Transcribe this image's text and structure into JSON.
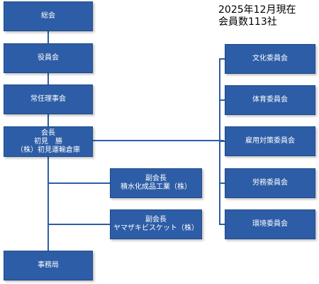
{
  "info": {
    "as_of": "2025年12月現在",
    "members": "会員数113社"
  },
  "boxes": {
    "general_assembly": "総会",
    "board": "役員会",
    "standing_board": "常任理事会",
    "chairman": {
      "title": "会長",
      "name": "初見　勝",
      "company": "（株）初見運輸倉庫"
    },
    "vice_chair_1": {
      "title": "副会長",
      "company": "積水化成品工業（株）"
    },
    "vice_chair_2": {
      "title": "副会長",
      "company": "ヤマザキビスケット（株）"
    },
    "secretariat": "事務局"
  },
  "committees": [
    "文化委員会",
    "体育委員会",
    "雇用対策委員会",
    "労務委員会",
    "環境委員会"
  ],
  "colors": {
    "box_fill": "#2d5da6",
    "box_text": "#ffffff",
    "connector": "#2d5da6"
  }
}
